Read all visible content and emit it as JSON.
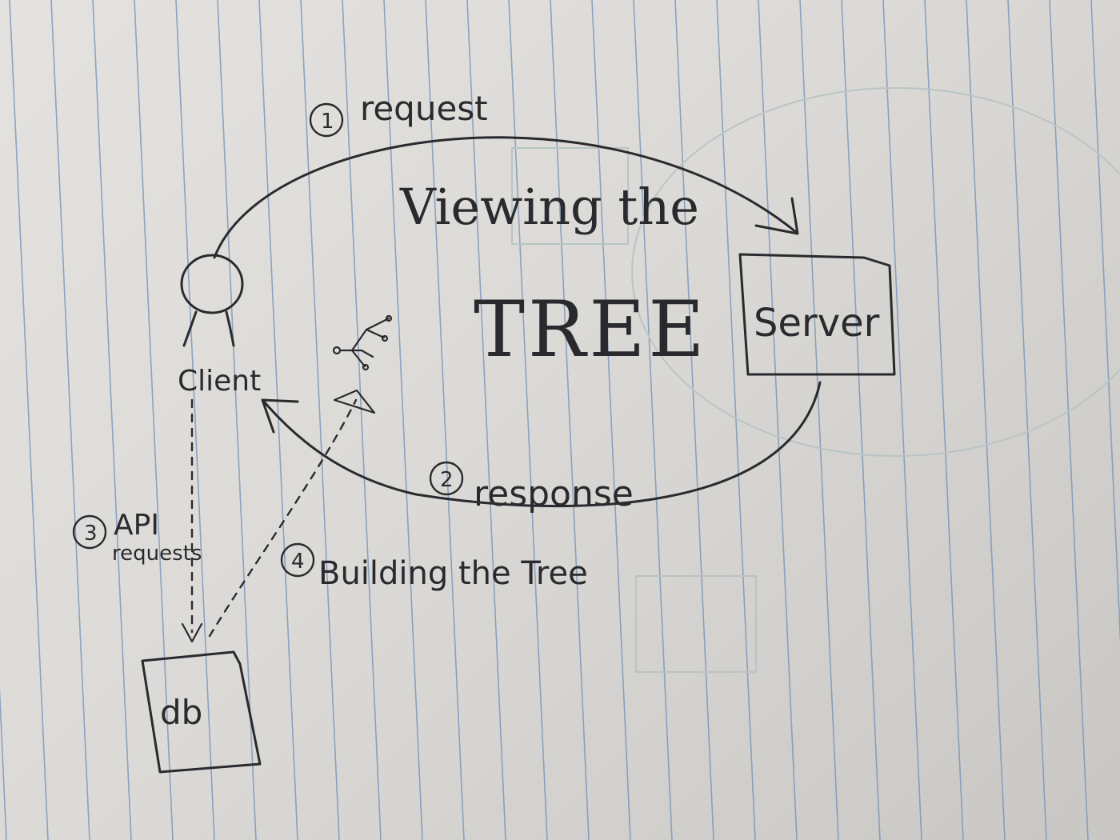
{
  "title": {
    "line1": "Viewing the",
    "line2": "TREE"
  },
  "nodes": {
    "client": "Client",
    "server": "Server",
    "db": "db"
  },
  "steps": [
    {
      "num": "1",
      "label": "request"
    },
    {
      "num": "2",
      "label": "response"
    },
    {
      "num": "3",
      "label": "API",
      "label2": "requests"
    },
    {
      "num": "4",
      "label": "Building the Tree"
    }
  ],
  "colors": {
    "ink": "#2a2a2e",
    "paper": "#dcdad7",
    "rule": "#6f8fb8"
  }
}
